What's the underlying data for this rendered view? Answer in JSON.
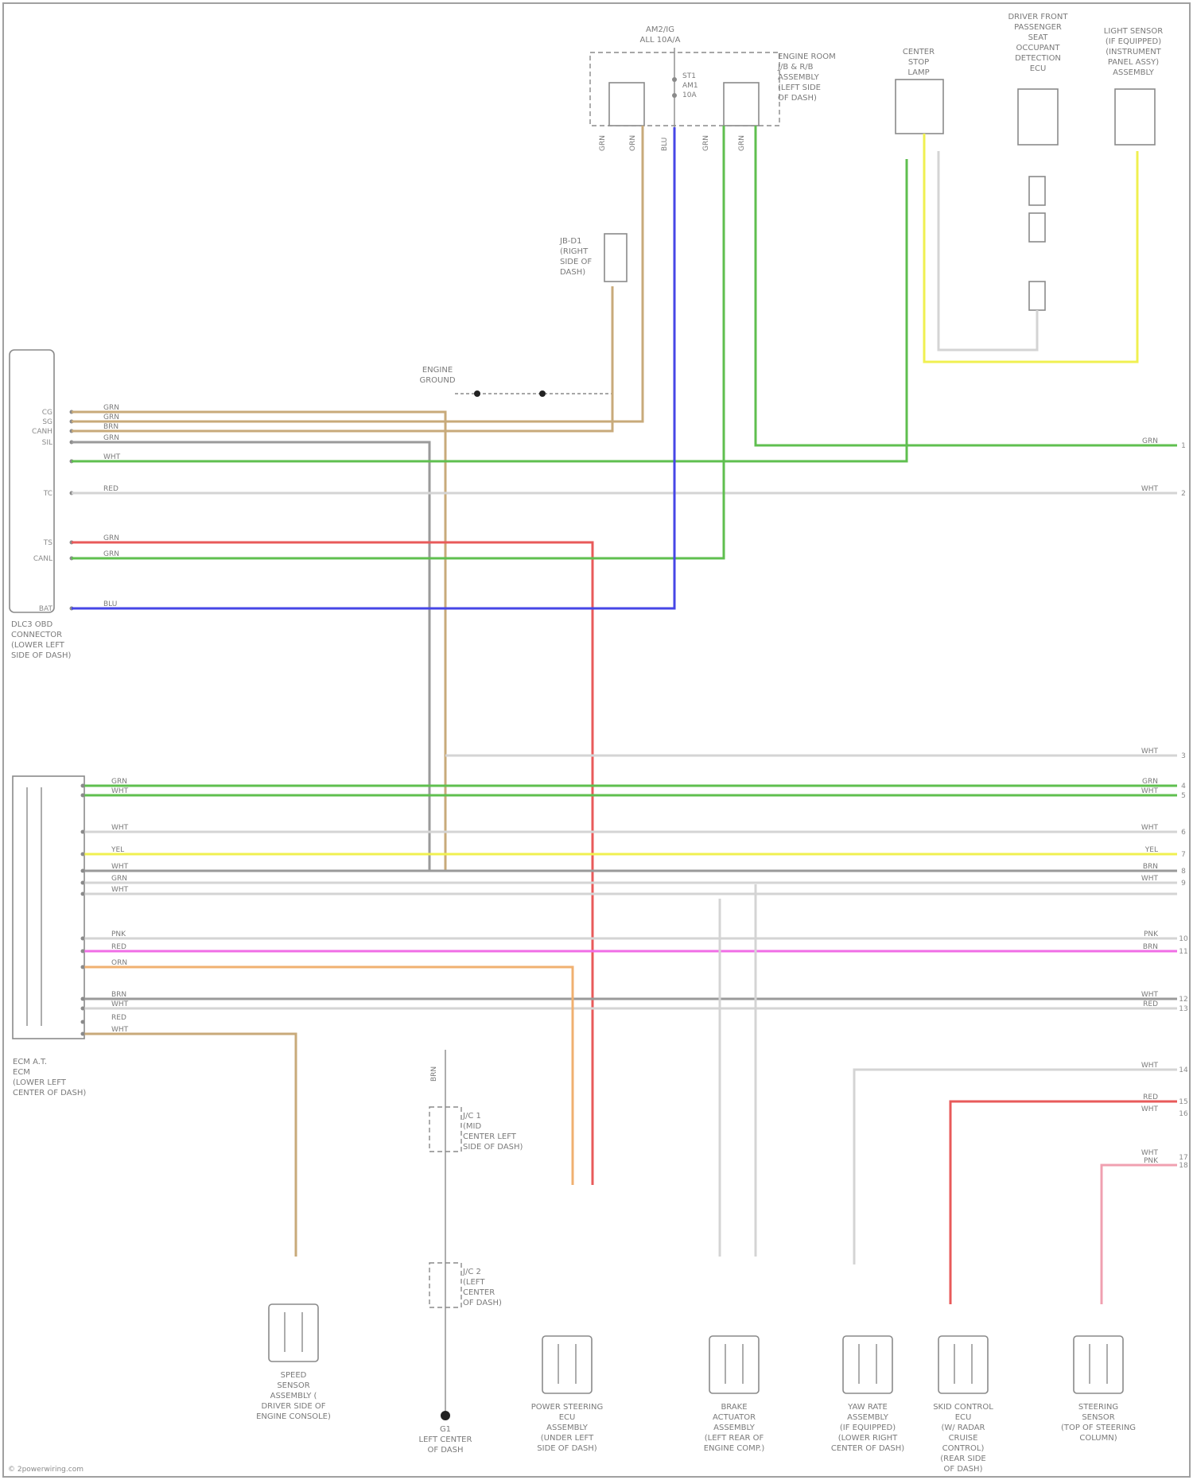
{
  "components": {
    "fuse": [
      "AM2/IG",
      "ALL 10A/A"
    ],
    "relay_block": [
      "ENGINE ROOM",
      "J/B & R/B",
      "ASSEMBLY",
      "(LEFT SIDE",
      "OF DASH)"
    ],
    "fuse_inner": [
      "ST1",
      "AM1",
      "10A"
    ],
    "stop_lamp": [
      "CENTER",
      "STOP",
      "LAMP"
    ],
    "driver_switch": [
      "DRIVER FRONT",
      "PASSENGER",
      "SEAT",
      "OCCUPANT",
      "DETECTION",
      "ECU"
    ],
    "light_sensor": [
      "LIGHT SENSOR",
      "(IF EQUIPPED)",
      "(INSTRUMENT",
      "PANEL ASSY)",
      "ASSEMBLY"
    ],
    "jb_connector": [
      "JB-D1",
      "(RIGHT",
      "SIDE OF",
      "DASH)"
    ],
    "engine_ground": [
      "ENGINE",
      "GROUND"
    ],
    "dlc": [
      "DLC3 OBD",
      "CONNECTOR",
      "(LOWER LEFT",
      "SIDE OF DASH)"
    ],
    "ecu_bottom": [
      "ECM A.T.",
      "ECM",
      "(LOWER LEFT",
      "CENTER OF DASH)"
    ],
    "jc1": [
      "J/C 1",
      "(MID",
      "CENTER LEFT",
      "SIDE OF DASH)"
    ],
    "jc2": [
      "J/C 2",
      "(LEFT",
      "CENTER",
      "OF DASH)"
    ],
    "ground_bottom": [
      "G1",
      "LEFT CENTER",
      "OF DASH"
    ],
    "speed_sensor": [
      "SPEED",
      "SENSOR",
      "ASSEMBLY (",
      "DRIVER SIDE OF",
      "ENGINE CONSOLE)"
    ],
    "power_steering": [
      "POWER STEERING",
      "ECU",
      "ASSEMBLY",
      "(UNDER LEFT",
      "SIDE OF DASH)"
    ],
    "brake_actuator": [
      "BRAKE",
      "ACTUATOR",
      "ASSEMBLY",
      "(LEFT REAR OF",
      "ENGINE COMP.)"
    ],
    "yaw_rate": [
      "YAW RATE",
      "ASSEMBLY",
      "(IF EQUIPPED)",
      "(LOWER RIGHT",
      "CENTER OF DASH)"
    ],
    "skid_control": [
      "SKID CONTROL",
      "ECU",
      "(W/ RADAR",
      "CRUISE",
      "CONTROL)",
      "(REAR SIDE",
      "OF DASH)"
    ],
    "steering_sensor": [
      "STEERING",
      "SENSOR",
      "(TOP OF STEERING",
      "COLUMN)"
    ]
  },
  "wire_codes": {
    "row1": "GRN",
    "row2": "WHT",
    "dlc_left": [
      "CG",
      "SG",
      "CANH",
      "SIL",
      "",
      "TC",
      "TS",
      "CANL",
      "BAT"
    ],
    "dlc_wires": [
      "GRN",
      "GRN",
      "BRN",
      "GRN",
      "WHT",
      "RED",
      "GRN",
      "GRN",
      "BLU"
    ],
    "lower_wires": [
      "GRN",
      "WHT",
      "WHT",
      "YEL",
      "WHT",
      "GRN",
      "WHT",
      "PNK",
      "RED",
      "ORN",
      "BRN",
      "WHT",
      "RED",
      "WHT"
    ],
    "right_end": [
      "GRN",
      "WHT",
      "WHT",
      "GRN",
      "WHT",
      "WHT",
      "YEL",
      "BRN",
      "WHT",
      "PNK",
      "BRN",
      "WHT",
      "RED",
      "WHT",
      "RED",
      "WHT",
      "WHT",
      "PNK"
    ],
    "right_pins": [
      "1",
      "2",
      "3",
      "4",
      "5",
      "6",
      "7",
      "8",
      "9",
      "10",
      "11",
      "12",
      "13",
      "14",
      "15",
      "16",
      "17",
      "18"
    ],
    "ground_code": "BRN",
    "fuse_pins": [
      "GRN",
      "ORN",
      "BLU",
      "GRN",
      "GRN"
    ]
  },
  "footer": "© 2powerwiring.com",
  "colors": {
    "grn": "#5fbf4f",
    "tan": "#c8aa7a",
    "blu": "#4646e6",
    "red": "#e85a5a",
    "yel": "#f0f050",
    "pnk": "#f06ee6",
    "orn": "#f0b070",
    "gry": "#9a9a9a",
    "wht": "#d4d4d4",
    "pink_lt": "#f0a0b0"
  }
}
